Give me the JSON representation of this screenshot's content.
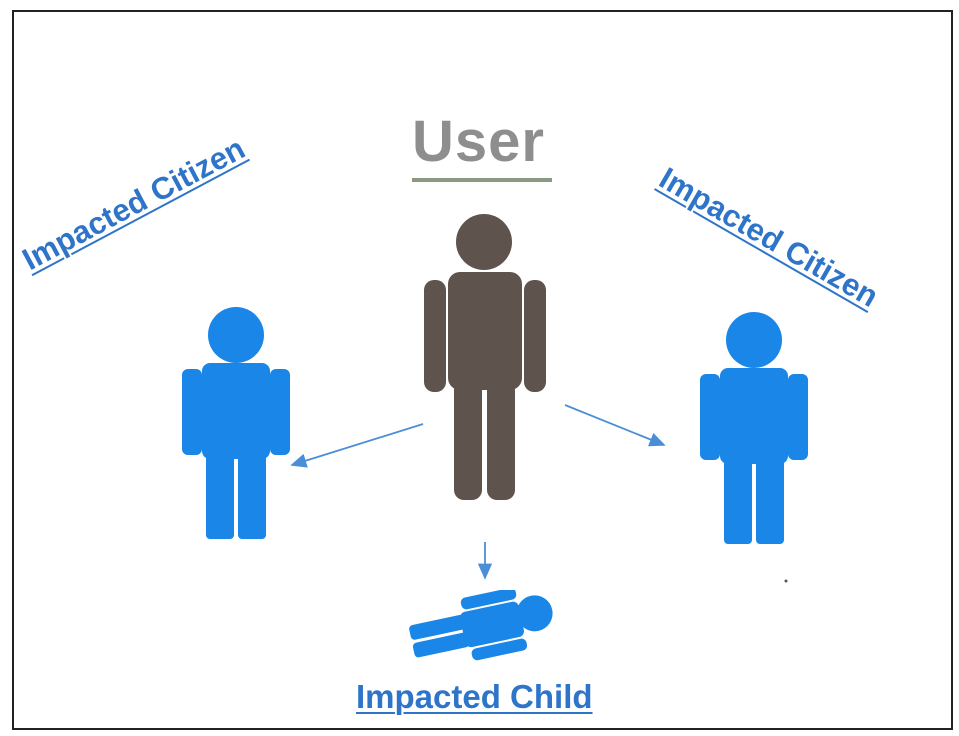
{
  "diagram": {
    "user_label": "User",
    "left_label": "Impacted Citizen",
    "right_label": "Impacted Citizen",
    "child_label": "Impacted Child"
  },
  "colors": {
    "user_figure": "#5f534d",
    "impacted_figure": "#1a86e8",
    "label_blue": "#2e74c9",
    "user_text": "#8e8e8e",
    "arrow": "#4a8fd6"
  },
  "icons": {
    "user": "person-icon",
    "citizen": "person-icon",
    "child": "person-lying-icon"
  }
}
